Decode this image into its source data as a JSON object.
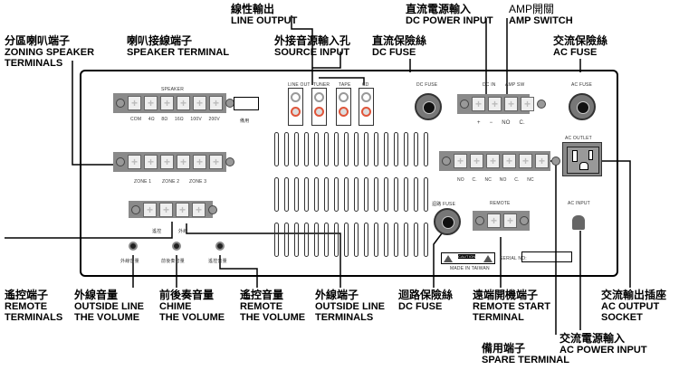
{
  "callouts": {
    "zoning": {
      "zh": "分區喇叭端子",
      "en1": "ZONING SPEAKER",
      "en2": "TERMINALS"
    },
    "speaker": {
      "zh": "喇叭接線端子",
      "en": "SPEAKER TERMINAL"
    },
    "line_output": {
      "zh": "線性輸出",
      "en": "LINE  OUTPUT"
    },
    "source_input": {
      "zh": "外接音源輸入孔",
      "en": "SOURCE INPUT"
    },
    "dc_power": {
      "zh": "直流電源輸入",
      "en": "DC POWER INPUT"
    },
    "dc_fuse": {
      "zh": "直流保險絲",
      "en": "DC FUSE"
    },
    "amp_switch": {
      "zh": "AMP開關",
      "en": "AMP  SWITCH"
    },
    "ac_fuse": {
      "zh": "交流保險絲",
      "en": "AC FUSE"
    },
    "remote_terminals": {
      "zh": "遙控端子",
      "en1": "REMOTE",
      "en2": "TERMINALS"
    },
    "outside_volume": {
      "zh": "外線音量",
      "en1": "OUTSIDE LINE",
      "en2": "THE VOLUME"
    },
    "chime_volume": {
      "zh": "前後奏音量",
      "en1": "CHIME",
      "en2": "THE VOLUME"
    },
    "remote_volume": {
      "zh": "遙控音量",
      "en1": "REMOTE",
      "en2": "THE VOLUME"
    },
    "outside_terminals": {
      "zh": "外線端子",
      "en1": "OUTSIDE LINE",
      "en2": "TERMINALS"
    },
    "loop_fuse": {
      "zh": "迴路保險絲",
      "en": "DC FUSE"
    },
    "remote_start": {
      "zh": "遠端開機端子",
      "en1": "REMOTE START",
      "en2": "TERMINAL"
    },
    "ac_output": {
      "zh": "交流輸出插座",
      "en1": "AC OUTPUT",
      "en2": "SOCKET"
    },
    "spare": {
      "zh": "備用端子",
      "en": "SPARE TERMINAL"
    },
    "ac_power": {
      "zh": "交流電源輸入",
      "en": "AC POWER INPUT"
    }
  },
  "panel": {
    "speaker": "SPEAKER",
    "speaker_taps": [
      "COM",
      "4Ω",
      "8Ω",
      "16Ω",
      "100V",
      "200V"
    ],
    "spare": "備用",
    "zones": [
      "ZONE 1",
      "ZONE 2",
      "ZONE 3"
    ],
    "remote": "遙控",
    "outside": "外線",
    "knobs": [
      "外線音量",
      "前後奏音量",
      "遙控音量"
    ],
    "rca": [
      "LINE  OUT",
      "TUNER",
      "TAPE",
      "CD"
    ],
    "dc_fuse": "DC FUSE",
    "dc_in": "DC IN",
    "amp_sw": "AMP SW",
    "dc_marks": [
      "+",
      "−",
      "NO",
      "C."
    ],
    "ac_fuse": "AC FUSE",
    "ac_outlet": "AC OUTLET",
    "relay": [
      "NO",
      "C.",
      "NC",
      "NO",
      "C.",
      "NC"
    ],
    "loop_fuse": "迴路 FUSE",
    "remote_label": "REMOTE",
    "ac_input": "AC INPUT",
    "serial": "SERIAL NO:",
    "made_in": "MADE IN TAIWAN",
    "caution": "CAUTION"
  }
}
